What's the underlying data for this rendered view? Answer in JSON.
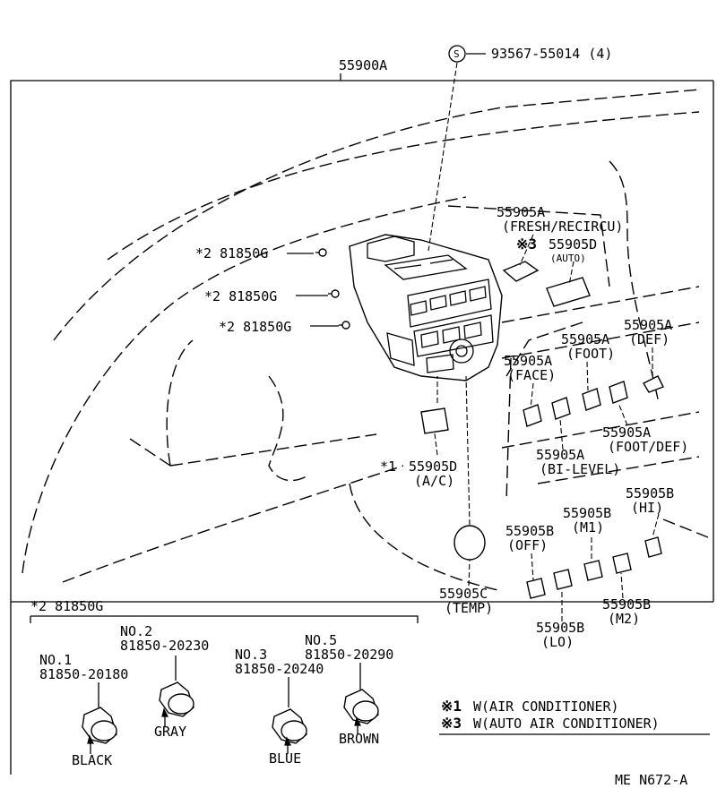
{
  "labels": {
    "assembly": "55900A",
    "screw_symbol": "S",
    "screw": "93567-55014 (4)",
    "bulb_1": "*2  81850G",
    "bulb_2": "*2  81850G",
    "bulb_3": "*2  81850G",
    "fresh_num": "55905A",
    "fresh_desc": "(FRESH/RECIRCU)",
    "auto_mark": "※3",
    "auto_num": "55905D",
    "auto_desc": "(AUTO)",
    "def_num": "55905A",
    "def_desc": "(DEF)",
    "foot_num": "55905A",
    "foot_desc": "(FOOT)",
    "face_num": "55905A",
    "face_desc": "(FACE)",
    "footdef_num": "55905A",
    "footdef_desc": "(FOOT/DEF)",
    "bilevel_num": "55905A",
    "bilevel_desc": "(BI-LEVEL)",
    "ac_mark": "*1",
    "ac_num": "55905D",
    "ac_desc": "(A/C)",
    "hi_num": "55905B",
    "hi_desc": "(HI)",
    "m1_num": "55905B",
    "m1_desc": "(M1)",
    "off_num": "55905B",
    "off_desc": "(OFF)",
    "m2_num": "55905B",
    "m2_desc": "(M2)",
    "lo_num": "55905B",
    "lo_desc": "(LO)",
    "temp_num": "55905C",
    "temp_desc": "(TEMP)"
  },
  "inset": {
    "title": "*2  81850G",
    "bulbs": [
      {
        "no": "NO.1",
        "part": "81850-20180",
        "color": "BLACK"
      },
      {
        "no": "NO.2",
        "part": "81850-20230",
        "color": "GRAY"
      },
      {
        "no": "NO.3",
        "part": "81850-20240",
        "color": "BLUE"
      },
      {
        "no": "NO.5",
        "part": "81850-20290",
        "color": "BROWN"
      }
    ]
  },
  "notes": [
    {
      "mark": "※1",
      "text": "W(AIR CONDITIONER)"
    },
    {
      "mark": "※3",
      "text": "W(AUTO AIR CONDITIONER)"
    }
  ],
  "figure_code": "ME  N672-A"
}
